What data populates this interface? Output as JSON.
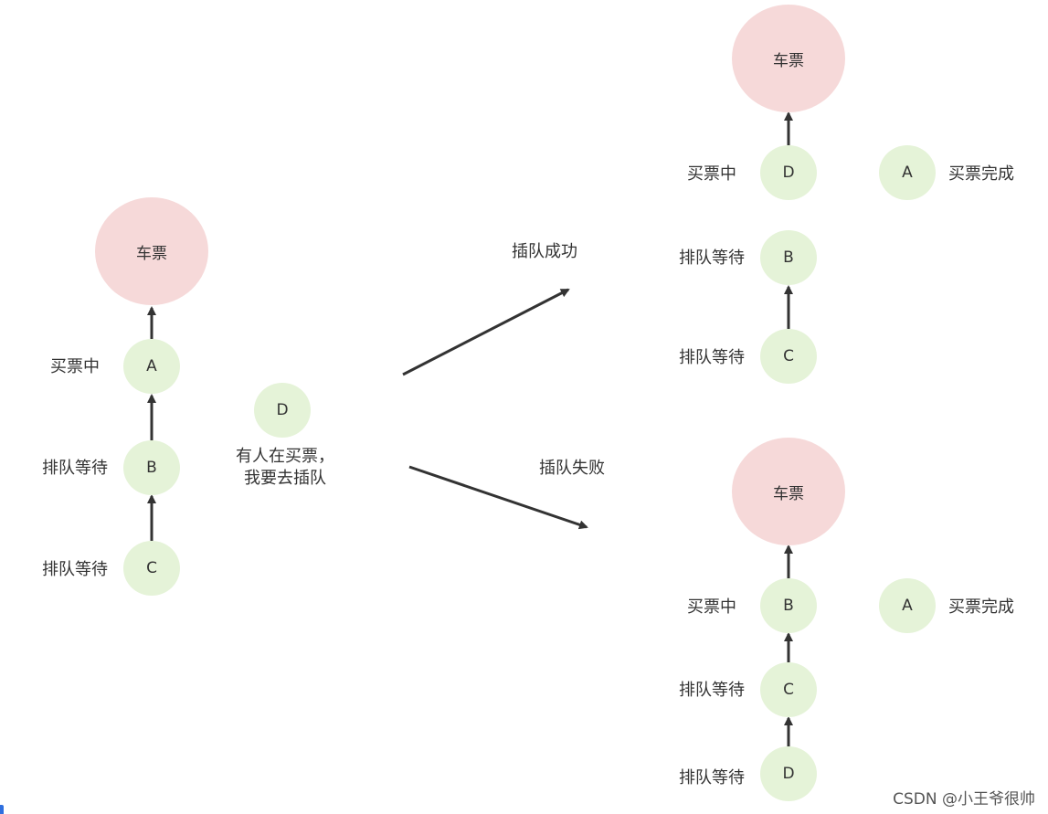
{
  "left": {
    "ticket": "车票",
    "nodes": [
      {
        "letter": "A",
        "label": "买票中"
      },
      {
        "letter": "B",
        "label": "排队等待"
      },
      {
        "letter": "C",
        "label": "排队等待"
      }
    ],
    "newcomer": {
      "letter": "D",
      "note_line1": "有人在买票，",
      "note_line2": "我要去插队"
    }
  },
  "branches": {
    "success_label": "插队成功",
    "fail_label": "插队失败"
  },
  "top_right": {
    "ticket": "车票",
    "nodes": [
      {
        "letter": "D",
        "label": "买票中"
      },
      {
        "letter": "B",
        "label": "排队等待"
      },
      {
        "letter": "C",
        "label": "排队等待"
      }
    ],
    "done": {
      "letter": "A",
      "label": "买票完成"
    }
  },
  "bottom_right": {
    "ticket": "车票",
    "nodes": [
      {
        "letter": "B",
        "label": "买票中"
      },
      {
        "letter": "C",
        "label": "排队等待"
      },
      {
        "letter": "D",
        "label": "排队等待"
      }
    ],
    "done": {
      "letter": "A",
      "label": "买票完成"
    }
  },
  "watermark": "CSDN @小王爷很帅",
  "colors": {
    "ticket": "#f6d9d9",
    "person": "#e5f3d8",
    "arrow": "#333333"
  }
}
